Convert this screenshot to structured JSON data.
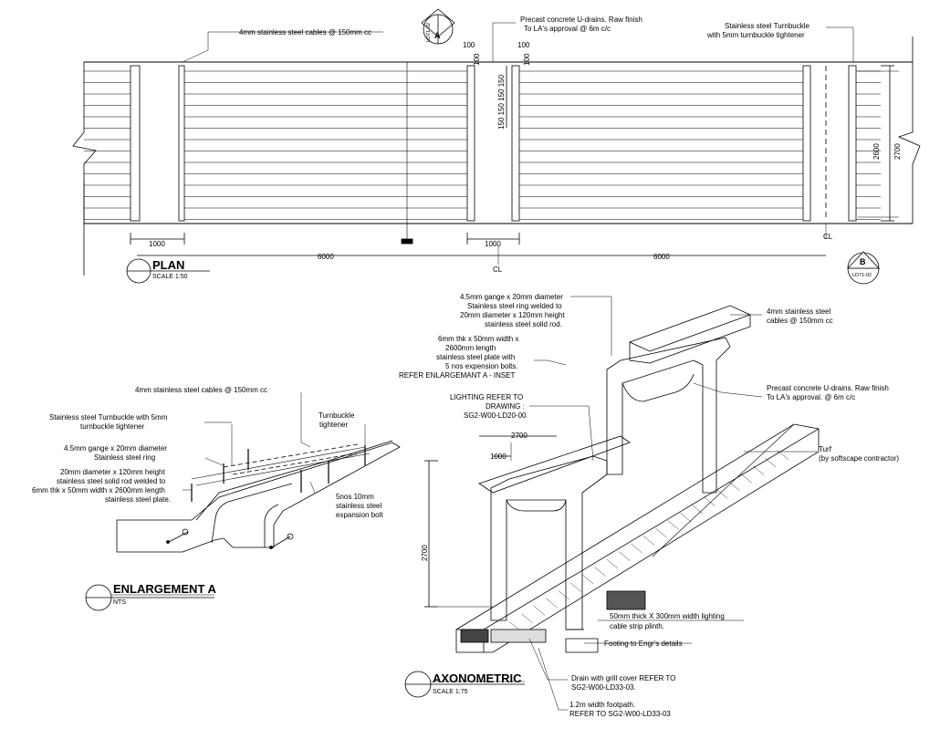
{
  "plan": {
    "title": "PLAN",
    "scale": "SCALE 1:50",
    "note_cables": "4mm stainless steel cables @ 150mm cc",
    "note_drains": [
      "Precast concrete U-drains. Raw finish",
      "To LA's approval @ 6m c/c"
    ],
    "note_turnbuckle": [
      "Stainless steel Turnbuckle",
      "with 5mm  turnbuckle tightener"
    ],
    "dims": {
      "d100a": "100",
      "d100b": "100",
      "d100c": "100",
      "d100d": "100",
      "d150": "150 150 150 150",
      "d1000a": "1000",
      "d1000b": "1000",
      "d6000a": "6000",
      "d6000b": "6000",
      "d2600": "2600",
      "d2700": "2700",
      "cl1": "CL",
      "cl2": "CL"
    },
    "section_a": {
      "letter": "A",
      "ref": "LD71-02"
    },
    "section_b": {
      "letter": "B",
      "ref": "LD71-02"
    }
  },
  "enlargement": {
    "title": "ENLARGEMENT A",
    "scale": "NTS",
    "note_cables": "4mm stainless steel cables @ 150mm cc",
    "note_turnbuckle": [
      "Stainless steel Turnbuckle with 5mm",
      "turnbuckle tightener"
    ],
    "note_tightener": [
      "Turnbuckle",
      "tightener"
    ],
    "note_ring": [
      "4.5mm gange x 20mm diameter",
      "Stainless steel ring"
    ],
    "note_rod": [
      "20mm diameter x 120mm height",
      "stainless steel solid rod welded to",
      "6mm thk x 50mm width x 2600mm length",
      "stainless steel plate."
    ],
    "note_bolt": [
      "5nos 10mm",
      "stainless steel",
      "expansion bolt"
    ]
  },
  "axonometric": {
    "title": "AXONOMETRIC",
    "scale": "SCALE 1:75",
    "note_ring": [
      "4.5mm gange x 20mm diameter",
      "Stainless steel ring welded to",
      "20mm diameter x 120mm height",
      "stainless steel solid rod."
    ],
    "note_plate": [
      "6mm thk x 50mm width x",
      "2600mm length",
      "stainless steel plate with",
      "5 nos expension bolts.",
      "REFER ENLARGEMANT A - INSET"
    ],
    "note_lighting": [
      "LIGHTING REFER TO",
      "DRAWING :",
      "SG2-W00-LD20-00"
    ],
    "note_cables": [
      "4mm stainless steel",
      "cables @ 150mm cc"
    ],
    "note_drains": [
      "Precast concrete U-drains. Raw finish",
      "To LA's approval. @ 6m c/c"
    ],
    "note_turf": [
      "Turf",
      "(by softscape contractor)"
    ],
    "note_plinth": [
      "50mm thick X 300mm width lighting",
      "cable strip plinth."
    ],
    "note_footing": "Footing to Engr's details",
    "note_drain_cover": [
      "Drain with grill cover REFER TO",
      "SG2-W00-LD33-03."
    ],
    "note_footpath": [
      "1.2m width footpath.",
      "REFER TO SG2-W00-LD33-03"
    ],
    "dims": {
      "d2700a": "2700",
      "d1000": "1000",
      "d2700v": "2700"
    }
  }
}
